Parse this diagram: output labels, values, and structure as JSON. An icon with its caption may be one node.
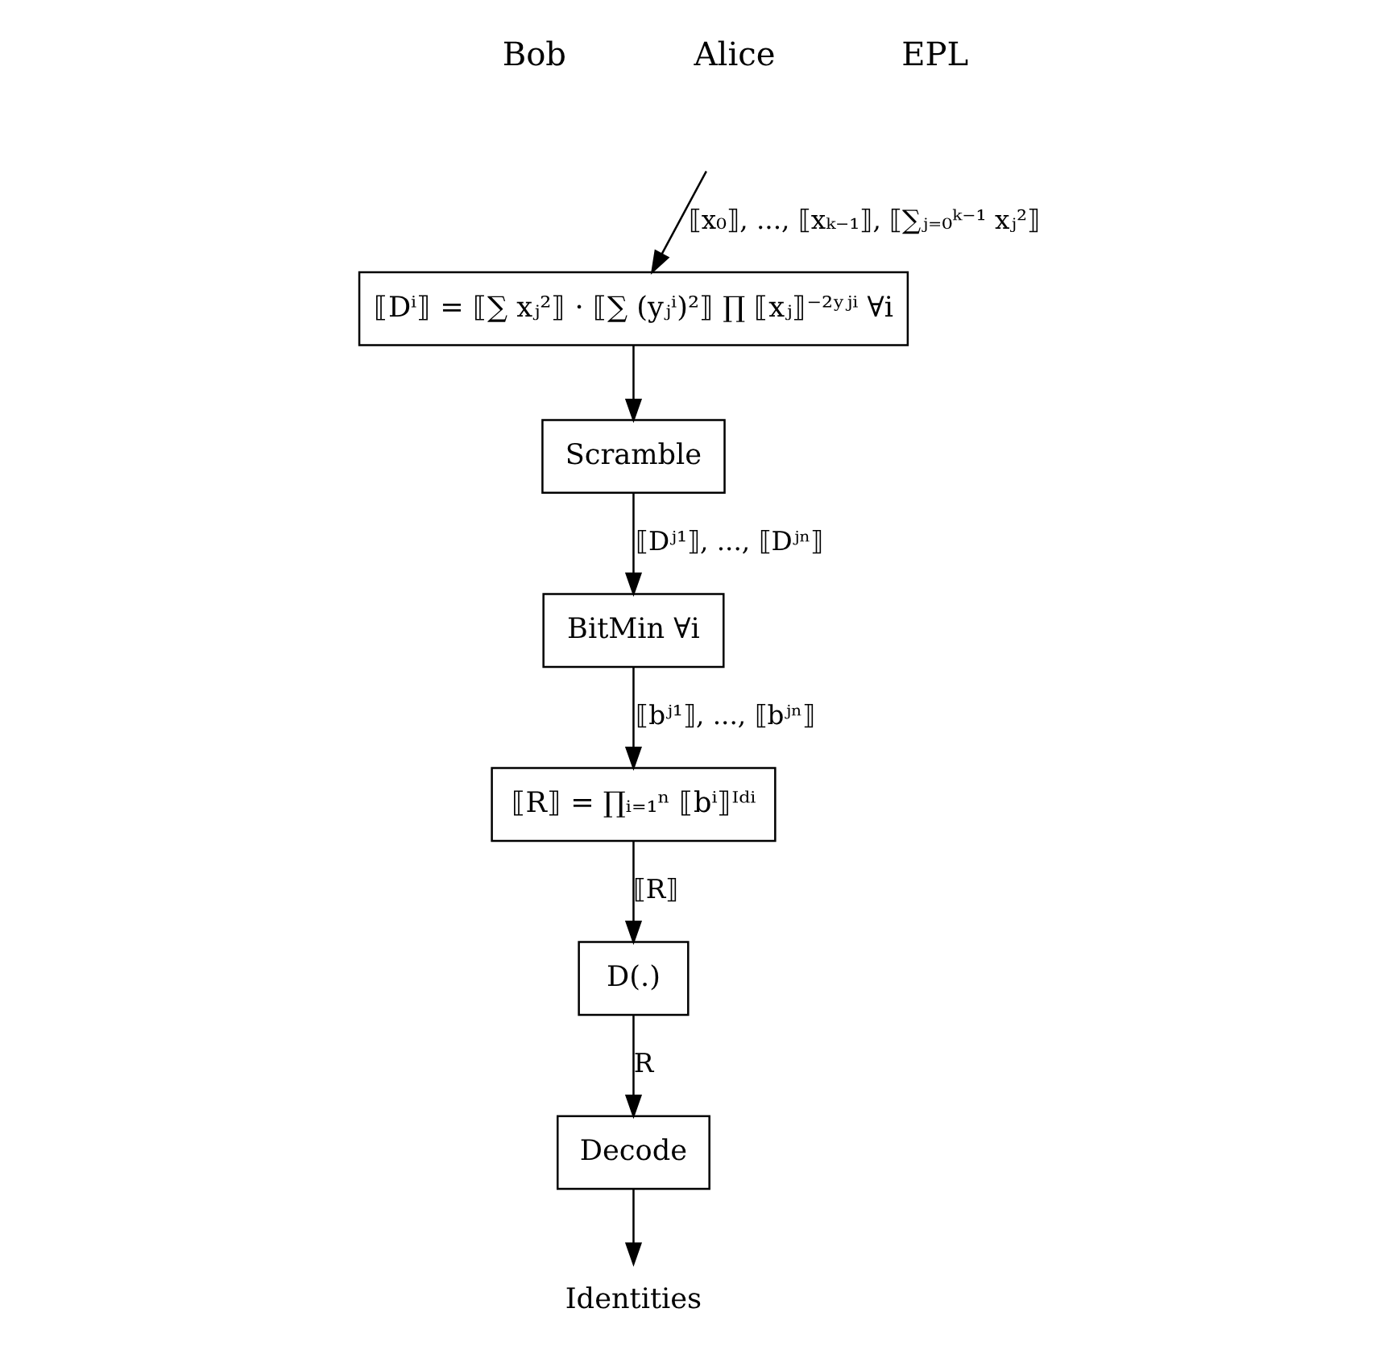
{
  "diagram": {
    "nodes": [
      {
        "text": [
          "⟦Dⁱ⟧ = ⟦∑ xⱼ²⟧ · ⟦∑ (yⱼⁱ)²⟧ ∏ ⟦xⱼ⟧⁻²ʸʲⁱ ∀i"
        ]
      },
      {
        "text": [
          "Scramble"
        ]
      },
      {
        "text": [
          "BitMin ∀i"
        ]
      },
      {
        "text": [
          "⟦R⟧ = ∏ᵢ₌₁ⁿ ⟦bⁱ⟧ᴵᵈⁱ"
        ]
      },
      {
        "text": [
          "D(.)"
        ]
      },
      {
        "text": [
          "Decode"
        ]
      },
      {
        "text": [
          "Identities"
        ]
      }
    ],
    "edges": [
      {
        "from": null,
        "to": 0,
        "arrow": "to",
        "label": "⟦x₀⟧, ..., ⟦xₖ₋₁⟧, ⟦∑ⱼ₌₀ᵏ⁻¹ xⱼ²⟧"
      },
      {
        "from": 0,
        "to": 1,
        "arrow": "to"
      },
      {
        "from": 1,
        "to": 2,
        "arrow": "to",
        "label": "⟦Dʲ¹⟧, ..., ⟦Dʲⁿ⟧"
      },
      {
        "from": 2,
        "to": 3,
        "arrow": "to",
        "label": "⟦bʲ¹⟧, ..., ⟦bʲⁿ⟧"
      },
      {
        "from": 3,
        "to": 4,
        "arrow": "to",
        "label": "⟦R⟧"
      },
      {
        "from": 4,
        "to": 5,
        "arrow": "to",
        "label": "R"
      },
      {
        "from": 5,
        "to": 6,
        "arrow": "to"
      }
    ],
    "labels": [
      "EPL",
      "Alice",
      "Bob"
    ]
  }
}
